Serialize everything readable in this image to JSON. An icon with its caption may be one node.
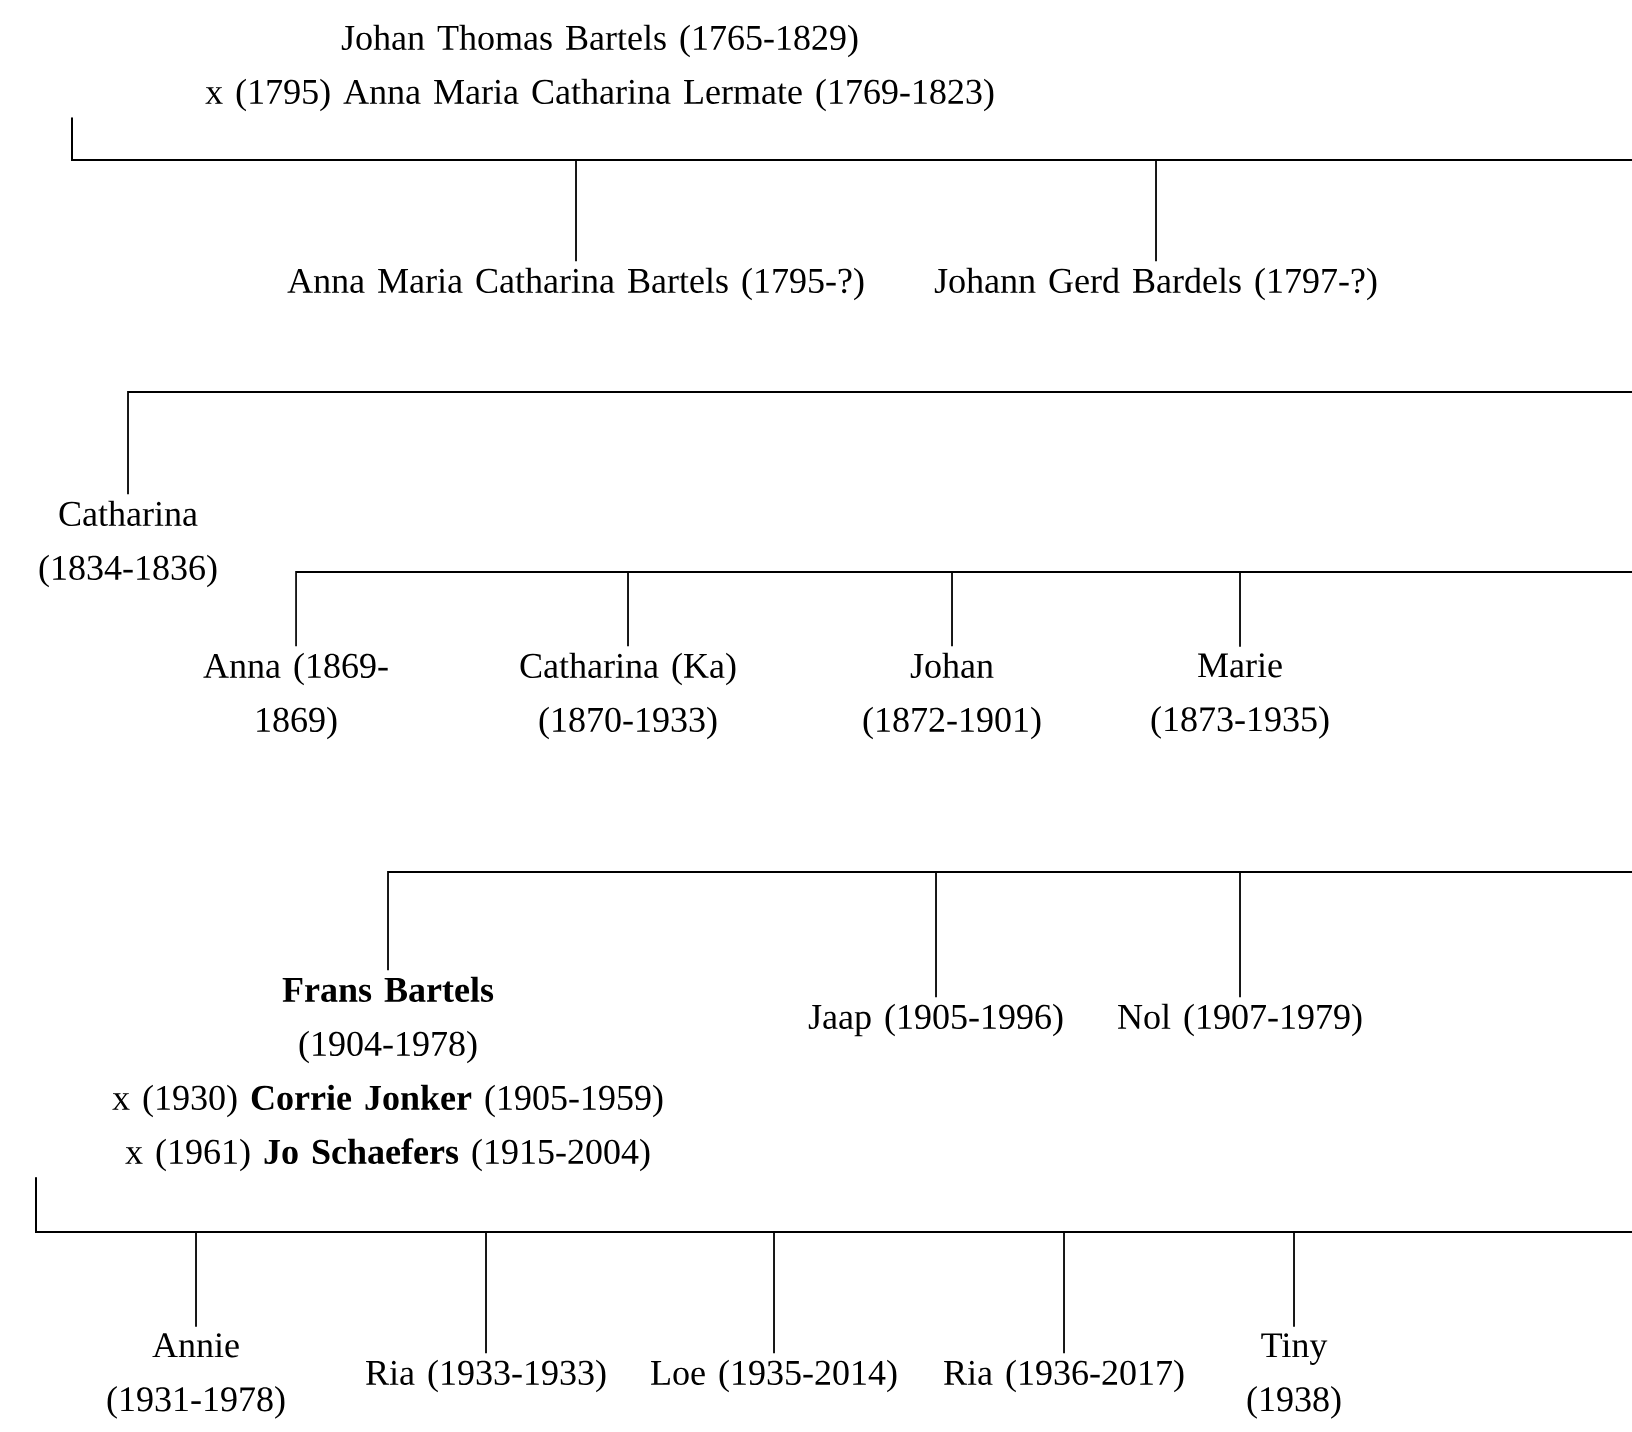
{
  "diagram": {
    "nodes": [
      {
        "text": [
          "Johan Thomas Bartels (1765-1829)",
          "x (1795) Anna Maria Catharina Lermate (1769-1823)"
        ]
      },
      {
        "text": [
          "Anna Maria Catharina Bartels (1795-?)"
        ]
      },
      {
        "text": [
          "Johann Gerd Bardels (1797-?)"
        ]
      },
      {
        "text": [
          "Catharina (1834-1836)"
        ]
      },
      {
        "text": [
          "Anna (1869-1869)"
        ]
      },
      {
        "text": [
          "Catharina (Ka) (1870-1933)"
        ]
      },
      {
        "text": [
          "Johan (1872-1901)"
        ]
      },
      {
        "text": [
          "Marie (1873-1935)"
        ]
      },
      {
        "text": [
          "**Frans Bartels** (1904-1978)",
          "x (1930) **Corrie Jonker** (1905-1959)",
          "x (1961) **Jo Schaefers** (1915-2004)"
        ]
      },
      {
        "text": [
          "Jaap (1905-1996)"
        ]
      },
      {
        "text": [
          "Nol (1907-1979)"
        ]
      },
      {
        "text": [
          "Annie (1931-1978)"
        ]
      },
      {
        "text": [
          "Ria (1933-1933)"
        ]
      },
      {
        "text": [
          "Loe (1935-2014)"
        ]
      },
      {
        "text": [
          "Ria (1936-2017)"
        ]
      },
      {
        "text": [
          "Tiny (1938)"
        ]
      }
    ],
    "edges": [
      {
        "from": 0,
        "to": 1,
        "arrow": "none"
      },
      {
        "from": 0,
        "to": 2,
        "arrow": "none"
      },
      {
        "from": 0,
        "to": null,
        "arrow": "none"
      },
      {
        "from": null,
        "to": 3,
        "arrow": "none"
      },
      {
        "from": null,
        "to": 4,
        "arrow": "none"
      },
      {
        "from": null,
        "to": 5,
        "arrow": "none"
      },
      {
        "from": null,
        "to": 6,
        "arrow": "none"
      },
      {
        "from": null,
        "to": 7,
        "arrow": "none"
      },
      {
        "from": null,
        "to": 8,
        "arrow": "none"
      },
      {
        "from": null,
        "to": 9,
        "arrow": "none"
      },
      {
        "from": null,
        "to": 10,
        "arrow": "none"
      },
      {
        "from": 8,
        "to": 11,
        "arrow": "none"
      },
      {
        "from": 8,
        "to": 12,
        "arrow": "none"
      },
      {
        "from": 8,
        "to": 13,
        "arrow": "none"
      },
      {
        "from": 8,
        "to": 14,
        "arrow": "none"
      },
      {
        "from": 8,
        "to": 15,
        "arrow": "none"
      },
      {
        "from": 8,
        "to": null,
        "arrow": "none"
      }
    ]
  }
}
